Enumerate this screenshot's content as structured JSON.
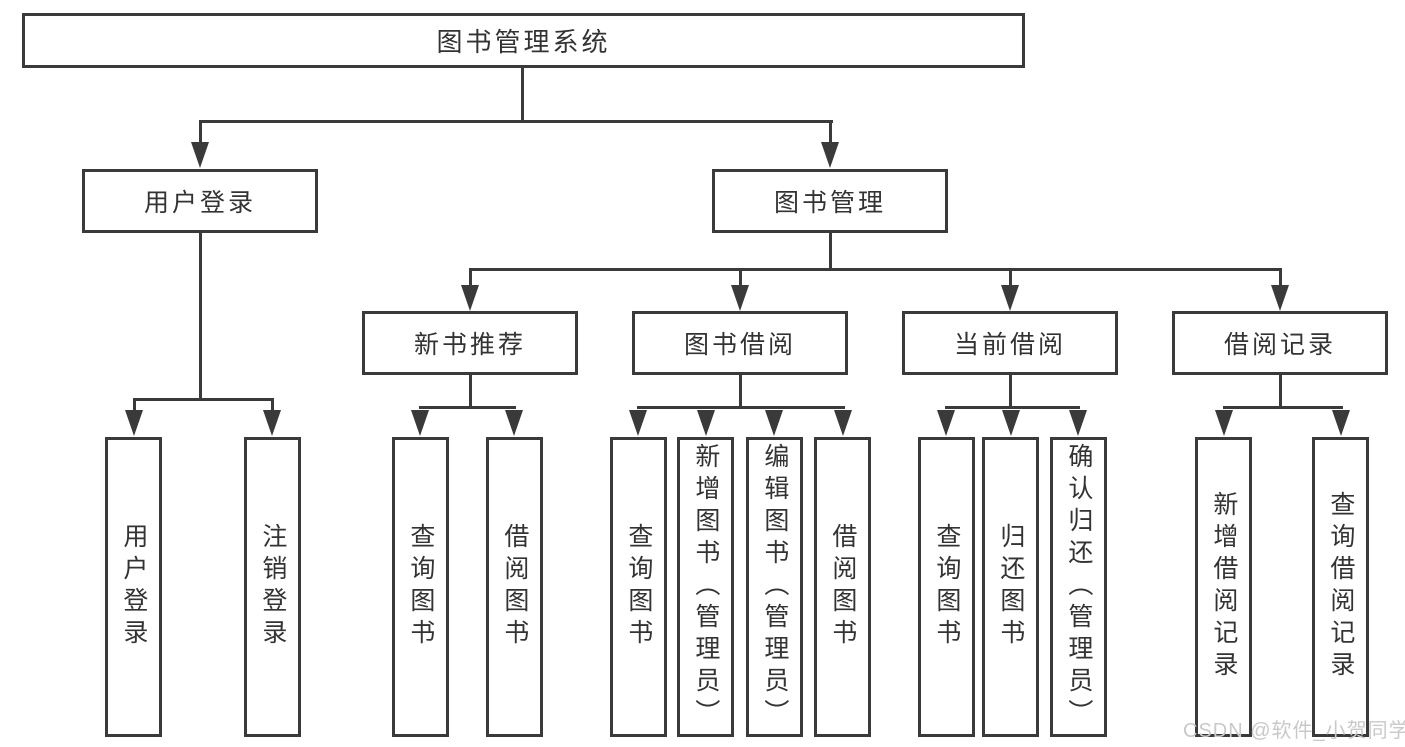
{
  "tree": {
    "label": "图书管理系统",
    "children": [
      {
        "label": "用户登录",
        "children": [
          {
            "label": "用户登录"
          },
          {
            "label": "注销登录"
          }
        ]
      },
      {
        "label": "图书管理",
        "children": [
          {
            "label": "新书推荐",
            "children": [
              {
                "label": "查询图书"
              },
              {
                "label": "借阅图书"
              }
            ]
          },
          {
            "label": "图书借阅",
            "children": [
              {
                "label": "查询图书"
              },
              {
                "label": "新增图书（管理员）"
              },
              {
                "label": "编辑图书（管理员）"
              },
              {
                "label": "借阅图书"
              }
            ]
          },
          {
            "label": "当前借阅",
            "children": [
              {
                "label": "查询图书"
              },
              {
                "label": "归还图书"
              },
              {
                "label": "确认归还（管理员）"
              }
            ]
          },
          {
            "label": "借阅记录",
            "children": [
              {
                "label": "新增借阅记录"
              },
              {
                "label": "查询借阅记录"
              }
            ]
          }
        ]
      }
    ]
  },
  "watermark": {
    "text": "CSDN @软件_小贺同学"
  },
  "colors": {
    "line": "#3a3a3a",
    "text": "#333333",
    "watermark": "#c9c9c9",
    "background": "#ffffff"
  }
}
